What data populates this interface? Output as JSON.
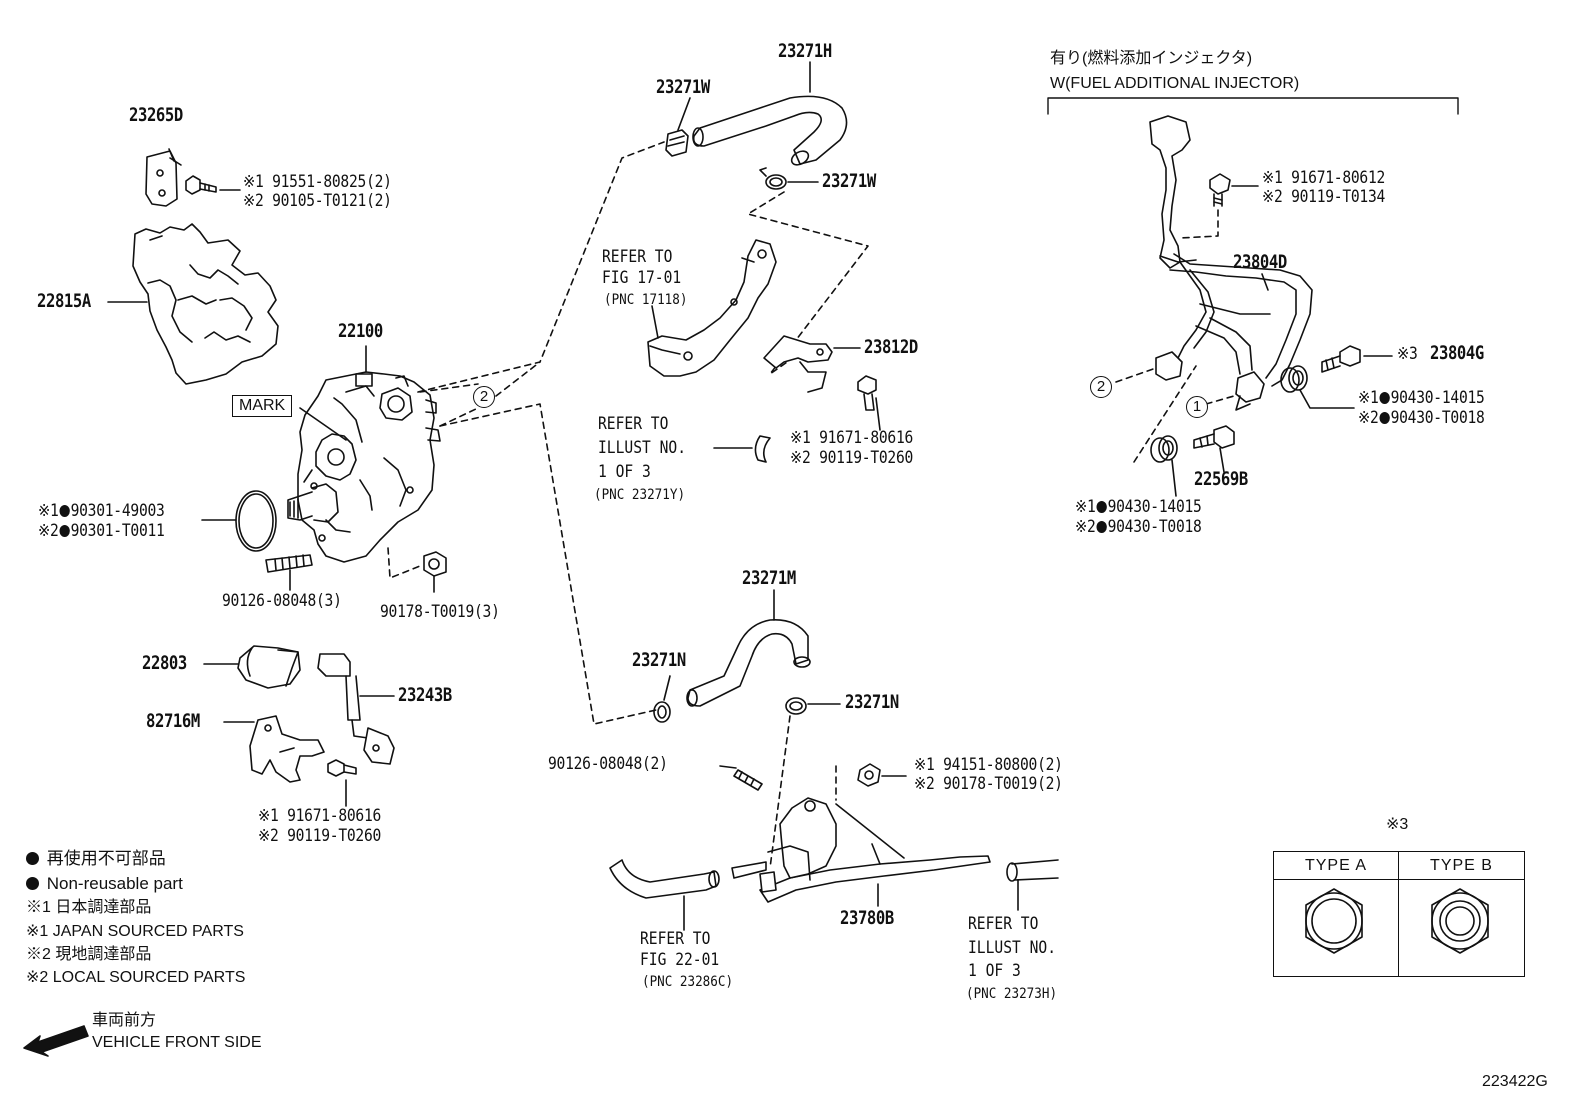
{
  "parts": {
    "p23265D": "23265D",
    "p22815A": "22815A",
    "p22100": "22100",
    "p23271H": "23271H",
    "p23271W_a": "23271W",
    "p23271W_b": "23271W",
    "p23812D": "23812D",
    "p23804D": "23804D",
    "p23804G": "23804G",
    "p22569B": "22569B",
    "p23271M": "23271M",
    "p23271N_a": "23271N",
    "p23271N_b": "23271N",
    "p22803": "22803",
    "p23243B": "23243B",
    "p82716M": "82716M",
    "p23780B": "23780B"
  },
  "mark_label": "MARK",
  "circled": {
    "one": "1",
    "two": "2"
  },
  "fasteners": {
    "f1_line1": "※1 91551-80825(2)",
    "f1_line2": "※2 90105-T0121(2)",
    "f2_line1": "※1 91671-80612",
    "f2_line2": "※2 90119-T0134",
    "f3_line1": "※1 91671-80616",
    "f3_line2": "※2 90119-T0260",
    "f4_pre1": "※1",
    "f4_num1": "90301-49003",
    "f4_pre2": "※2",
    "f4_num2": "90301-T0011",
    "f5": "90126-08048(3)",
    "f6": "90178-T0019(3)",
    "f7_prefix": "※3",
    "f8_pre1": "※1",
    "f8_num1": "90430-14015",
    "f8_pre2": "※2",
    "f8_num2": "90430-T0018",
    "f9_pre1": "※1",
    "f9_num1": "90430-14015",
    "f9_pre2": "※2",
    "f9_num2": "90430-T0018",
    "f10_line1": "※1 91671-80616",
    "f10_line2": "※2 90119-T0260",
    "f11": "90126-08048(2)",
    "f12_line1": "※1 94151-80800(2)",
    "f12_line2": "※2 90178-T0019(2)"
  },
  "refs": {
    "r1_l1": "REFER TO",
    "r1_l2": "FIG 17-01",
    "r1_l3": "(PNC 17118)",
    "r2_l1": "REFER TO",
    "r2_l2": "ILLUST NO.",
    "r2_l3": "1 OF 3",
    "r2_l4": "(PNC 23271Y)",
    "r3_l1": "REFER TO",
    "r3_l2": "FIG 22-01",
    "r3_l3": "(PNC 23286C)",
    "r4_l1": "REFER TO",
    "r4_l2": "ILLUST NO.",
    "r4_l3": "1 OF 3",
    "r4_l4": "(PNC 23273H)"
  },
  "header": {
    "jp": "有り(燃料添加インジェクタ)",
    "en": "W(FUEL ADDITIONAL INJECTOR)"
  },
  "legend": {
    "l1": "再使用不可部品",
    "l2": "Non-reusable part",
    "l3": "※1 日本調達部品",
    "l4": "※1 JAPAN SOURCED PARTS",
    "l5": "※2 現地調達部品",
    "l6": "※2 LOCAL SOURCED PARTS",
    "front_jp": "車両前方",
    "front_en": "VEHICLE FRONT SIDE"
  },
  "types": {
    "note": "※3",
    "a": "TYPE A",
    "b": "TYPE B"
  },
  "illustration_id": "223422G"
}
